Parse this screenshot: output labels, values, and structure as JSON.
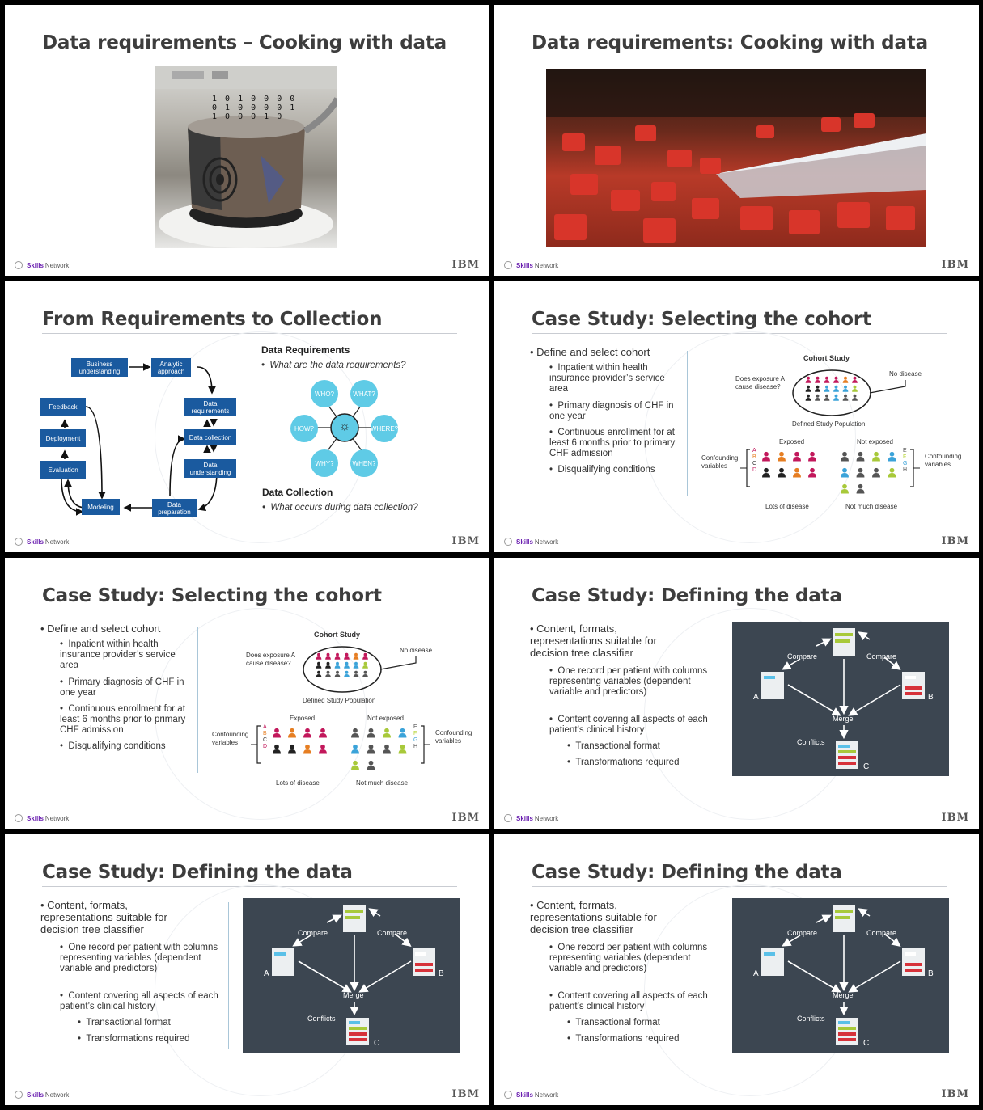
{
  "footer": {
    "brand_bold": "Skills",
    "brand_rest": "Network",
    "ibm": "IBM"
  },
  "slides": {
    "s1": {
      "title": "Data requirements – Cooking with data",
      "binary": "1 0 1 0 0 0 0 0 1 0 0 0 0 1 1 0 0 0 1 0"
    },
    "s2": {
      "title": "Data requirements: Cooking with data"
    },
    "s3": {
      "title": "From Requirements to Collection",
      "boxes": {
        "business": "Business understanding",
        "analytic": "Analytic approach",
        "requirements": "Data requirements",
        "collection": "Data collection",
        "understanding": "Data understanding",
        "preparation": "Data preparation",
        "modeling": "Modeling",
        "evaluation": "Evaluation",
        "deployment": "Deployment",
        "feedback": "Feedback"
      },
      "req_heading": "Data Requirements",
      "req_question": "What are the data requirements?",
      "petals": [
        "WHO?",
        "WHAT?",
        "HOW?",
        "WHERE?",
        "WHY?",
        "WHEN?"
      ],
      "col_heading": "Data Collection",
      "col_question": "What occurs during data collection?"
    },
    "cohort": {
      "title": "Case Study: Selecting the cohort",
      "bullet": "Define and select cohort",
      "subs": [
        "Inpatient within health insurance provider’s service area",
        "Primary diagnosis of CHF in one year",
        "Continuous enrollment for at least 6 months prior to primary CHF admission",
        "Disqualifying conditions"
      ],
      "diagram": {
        "title": "Cohort Study",
        "exposure_q": "Does exposure A cause disease?",
        "no_disease": "No disease",
        "population": "Defined Study Population",
        "exposed": "Exposed",
        "not_exposed": "Not exposed",
        "confounding": "Confounding variables",
        "lots": "Lots of disease",
        "not_much": "Not much disease",
        "left_letters": [
          "A",
          "B",
          "C",
          "D"
        ],
        "right_letters": [
          "E",
          "F",
          "G",
          "H"
        ]
      }
    },
    "defining": {
      "title": "Case Study: Defining the data",
      "bullet": "Content, formats, representations suitable for decision tree classifier",
      "subs": [
        "One record per patient with columns representing variables (dependent variable and predictors)",
        "Content covering all aspects of each patient’s clinical history"
      ],
      "subsubs": [
        "Transactional format",
        "Transformations required"
      ],
      "diagram": {
        "compare": "Compare",
        "merge": "Merge",
        "conflicts": "Conflicts",
        "a": "A",
        "b": "B",
        "c": "C"
      }
    }
  },
  "colors": {
    "box_blue": "#1a5a9f",
    "petal": "#5fcbe6",
    "panel": "#3c4651",
    "brand": "#6a1fb0"
  }
}
